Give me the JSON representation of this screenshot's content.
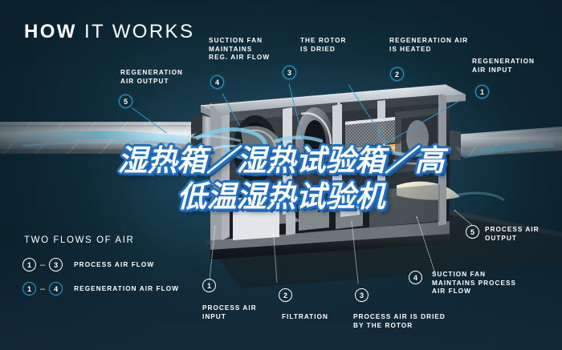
{
  "header": {
    "title_bold": "HOW",
    "title_light": "IT WORKS"
  },
  "overlay": {
    "line1": "湿热箱／湿热试验箱／高",
    "line2": "低温湿热试验机",
    "outline_color": "#1e6fc4",
    "fill_color": "#ffffff"
  },
  "colors": {
    "background": "#102a35",
    "accent_blue": "#2e9fd0",
    "label_white": "#ffffff",
    "bottom_band": "#1b2f40"
  },
  "callouts": [
    {
      "id": "regeneration-air-output",
      "number": "5",
      "label": "REGENERATION\nAIR OUTPUT",
      "style": "blue"
    },
    {
      "id": "suction-fan-reg",
      "number": "4",
      "label": "SUCTION FAN\nMAINTAINS\nREG. AIR FLOW",
      "style": "blue"
    },
    {
      "id": "rotor-is-dried",
      "number": "3",
      "label": "THE ROTOR\nIS DRIED",
      "style": "blue"
    },
    {
      "id": "regeneration-air-heated",
      "number": "2",
      "label": "REGENERATION AIR\nIS HEATED",
      "style": "blue"
    },
    {
      "id": "regeneration-air-input",
      "number": "1",
      "label": "REGENERATION\nAIR INPUT",
      "style": "blue"
    },
    {
      "id": "process-air-output",
      "number": "5",
      "label": "PROCESS AIR\nOUTPUT",
      "style": "white"
    },
    {
      "id": "suction-fan-process",
      "number": "4",
      "label": "SUCTION FAN\nMAINTAINS PROCESS\nAIR FLOW",
      "style": "white"
    },
    {
      "id": "process-air-input",
      "number": "1",
      "label": "PROCESS AIR\nINPUT",
      "style": "white"
    },
    {
      "id": "filtration",
      "number": "2",
      "label": "FILTRATION",
      "style": "white"
    },
    {
      "id": "process-air-dried",
      "number": "3",
      "label": "PROCESS AIR IS DRIED\nBY THE ROTOR",
      "style": "white"
    }
  ],
  "legend": {
    "title": "TWO FLOWS OF AIR",
    "rows": [
      {
        "from": "1",
        "dash": "–",
        "to": "3",
        "text": "PROCESS AIR FLOW",
        "style": "white"
      },
      {
        "from": "1",
        "dash": "–",
        "to": "4",
        "text": "REGENERATION AIR FLOW",
        "style": "blue"
      }
    ]
  }
}
